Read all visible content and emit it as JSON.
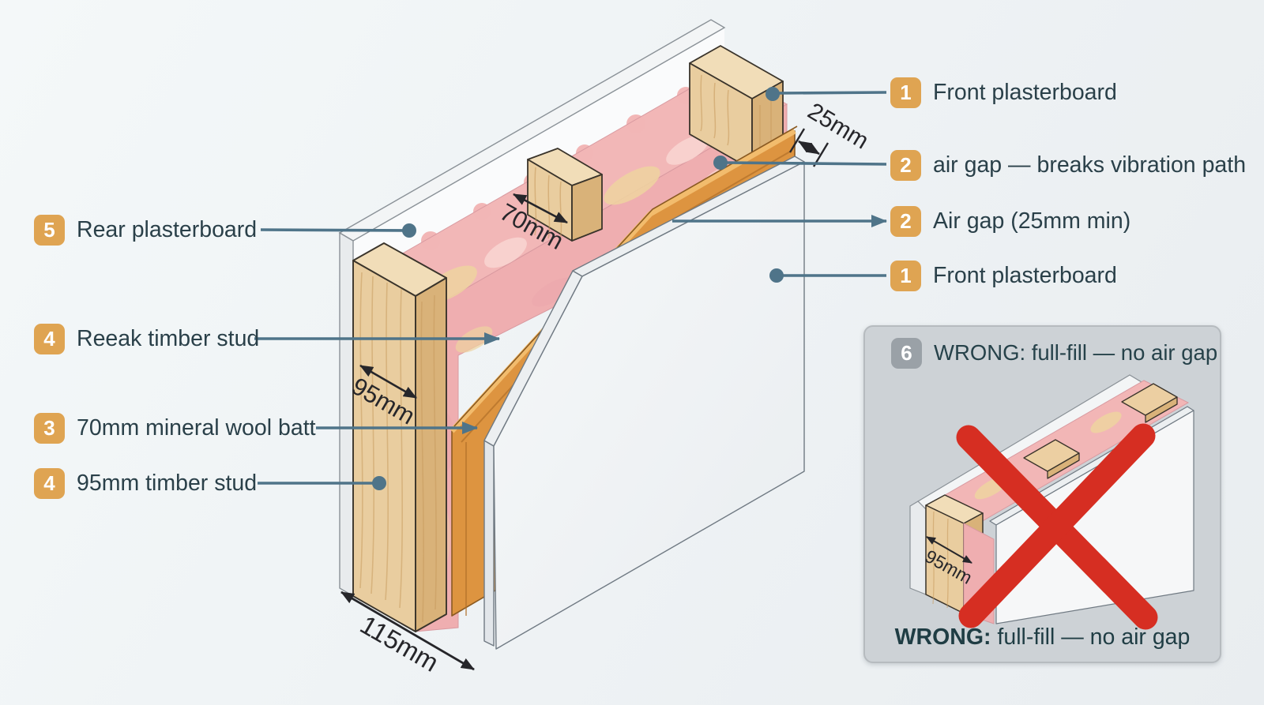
{
  "diagram_title": "Acoustic twin-leaf timber stud wall build-up (isometric cutaway)",
  "colors": {
    "background": "#eff3f5",
    "badge_orange": "#dfa452",
    "badge_gray": "#9aa1a7",
    "leader_blue": "#4f7489",
    "label_text": "#2a4049",
    "wood_top": "#f1ddb8",
    "wood_cross": "#e9cd9f",
    "wood_front": "#d9b279",
    "insulation_pink": "#f2b6b6",
    "insulation_yellow": "#eed3a0",
    "board_orange": "#dd9440",
    "plasterboard_white": "#f4f6f7",
    "wrong_red": "#d62e22",
    "inset_background": "#cdd2d6"
  },
  "labels_left": [
    {
      "num": "5",
      "text": "Rear plasterboard"
    },
    {
      "num": "4",
      "text": "Reeak timber stud"
    },
    {
      "num": "3",
      "text": "70mm mineral wool batt"
    },
    {
      "num": "4",
      "text": "95mm timber stud"
    }
  ],
  "labels_right": [
    {
      "num": "1",
      "text": "Front plasterboard"
    },
    {
      "num": "2",
      "text": "air gap — breaks vibration path"
    },
    {
      "num": "2",
      "text": "Air gap (25mm min)"
    },
    {
      "num": "1",
      "text": "Front plasterboard"
    }
  ],
  "dimensions": {
    "air_gap": "25mm",
    "batt": "70mm",
    "stud": "95mm",
    "wall_total": "115mm",
    "inset_stud": "95mm"
  },
  "inset": {
    "num": "6",
    "title": "WRONG: full-fill — no air gap",
    "caption_bold": "WRONG:",
    "caption_rest": " full-fill — no air gap"
  }
}
